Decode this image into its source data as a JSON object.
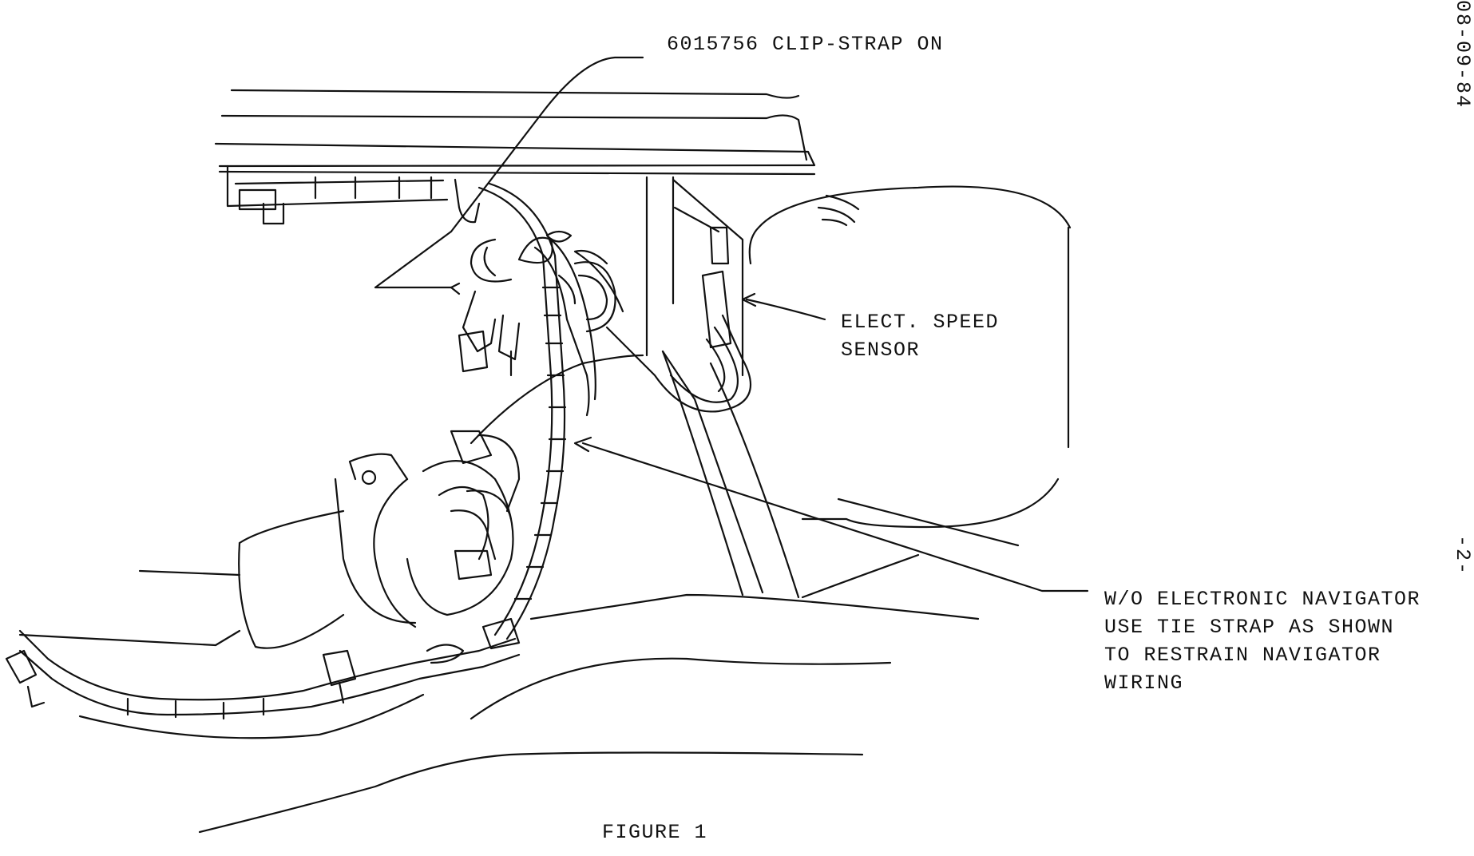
{
  "labels": {
    "clip_strap": "6015756 CLIP-STRAP ON",
    "speed_sensor": [
      "ELECT. SPEED",
      "SENSOR"
    ],
    "navigator_note": [
      "W/O ELECTRONIC NAVIGATOR",
      "USE TIE STRAP AS SHOWN",
      "TO RESTRAIN NAVIGATOR",
      "WIRING"
    ],
    "figure_caption": "FIGURE 1"
  },
  "margin": {
    "date": "08-09-84",
    "page": "-2-"
  }
}
